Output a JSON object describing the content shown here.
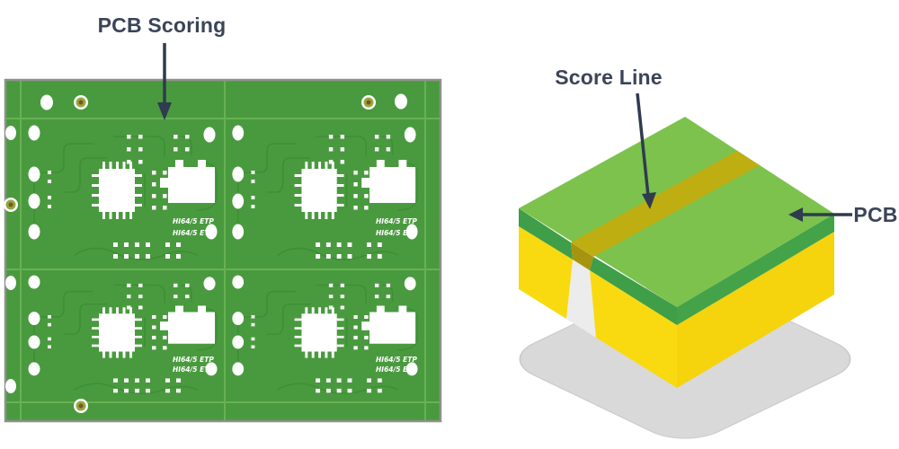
{
  "panel_figure": {
    "label": "PCB Scoring",
    "silkscreen": {
      "line1": "HI64/5 ETP",
      "line2": "HI64/5 ETP"
    },
    "colors": {
      "board_green": "#499a3e",
      "score_line": "#68b152",
      "trace_green": "#3d8f34",
      "silkscreen_white": "#ffffff",
      "panel_border": "#8d9289",
      "fiducial_ring": "#93a83b",
      "fiducial_center": "#7d5428"
    }
  },
  "scored_figure": {
    "score_label": "Score Line",
    "pcb_label": "PCB",
    "colors": {
      "mask_top_green": "#7cc24d",
      "mask_edge_green": "#3f9e48",
      "groove_olive": "#bfae12",
      "groove_edge_olive": "#a59410",
      "substrate_yellow": "#f8d90f",
      "shadow_gray": "#d9d9d9"
    }
  },
  "annotation": {
    "text_color": "#3b4458",
    "arrow_color": "#2f3b4e"
  }
}
